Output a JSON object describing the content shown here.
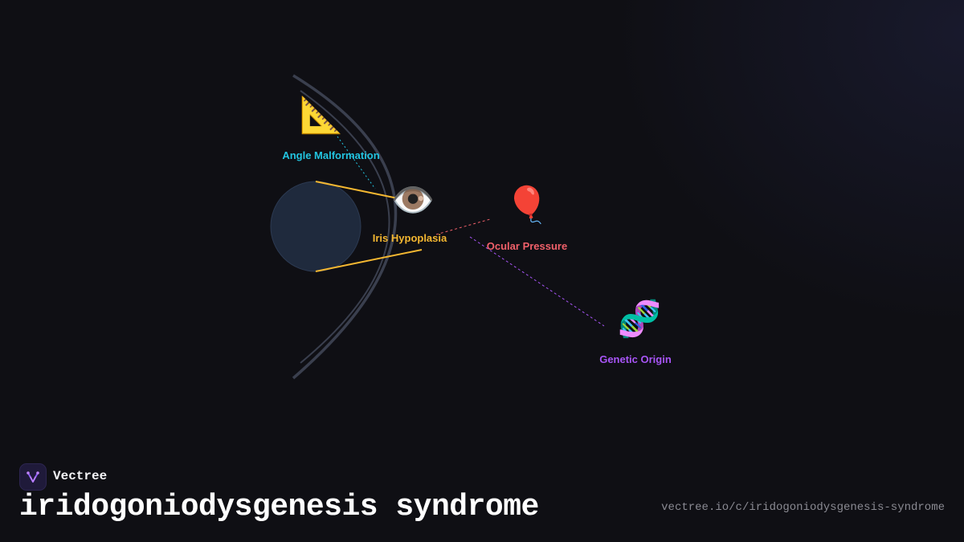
{
  "brand": {
    "name": "Vectree",
    "logo_icon": "vectree-logo-icon"
  },
  "title": "iridogoniodysgenesis syndrome",
  "url": "vectree.io/c/iridogoniodysgenesis-syndrome",
  "diagram": {
    "nodes": [
      {
        "id": "angle",
        "label": "Angle Malformation",
        "icon": "triangular-ruler-icon",
        "glyph": "📐",
        "color": "#22c4e0"
      },
      {
        "id": "iris",
        "label": "Iris Hypoplasia",
        "icon": "eye-icon",
        "glyph": "👁️",
        "color": "#f4b731"
      },
      {
        "id": "pressure",
        "label": "Ocular Pressure",
        "icon": "balloon-icon",
        "glyph": "🎈",
        "color": "#f0606a"
      },
      {
        "id": "genetic",
        "label": "Genetic Origin",
        "icon": "dna-icon",
        "glyph": "🧬",
        "color": "#a855f7"
      }
    ],
    "colors": {
      "arc": "#3a3f4e",
      "lens": "#1f2a3d",
      "lens_stroke": "#2c3a52"
    }
  }
}
